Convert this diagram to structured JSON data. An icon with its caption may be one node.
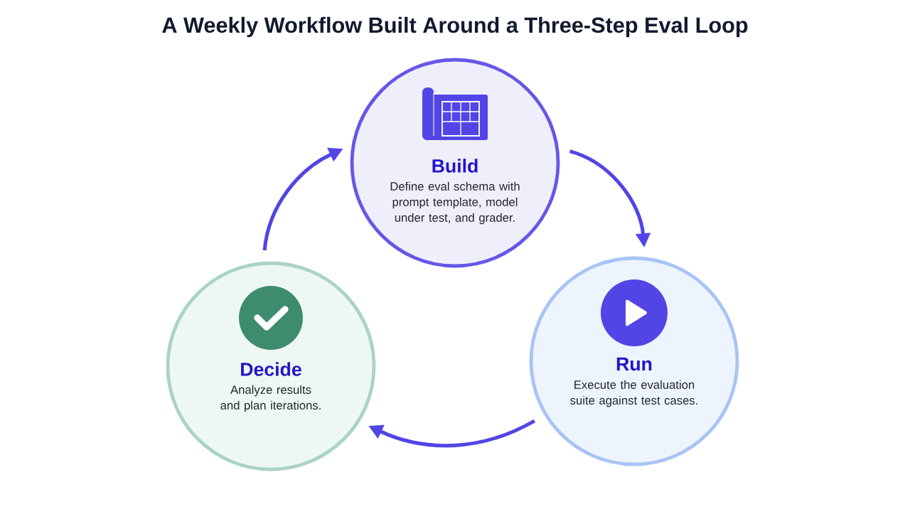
{
  "diagram": {
    "title": "A Weekly Workflow Built Around a Three-Step Eval Loop",
    "nodes": [
      {
        "text": [
          "Build",
          "Define eval schema with prompt template, model under test, and grader."
        ]
      },
      {
        "text": [
          "Run",
          "Execute the evaluation suite against test cases."
        ]
      },
      {
        "text": [
          "Decide",
          "Analyze results and plan iterations."
        ]
      }
    ],
    "edges": [
      {
        "from": 0,
        "to": 1,
        "arrow": "to"
      },
      {
        "from": 1,
        "to": 2,
        "arrow": "to"
      },
      {
        "from": 2,
        "to": 0,
        "arrow": "to"
      }
    ]
  }
}
